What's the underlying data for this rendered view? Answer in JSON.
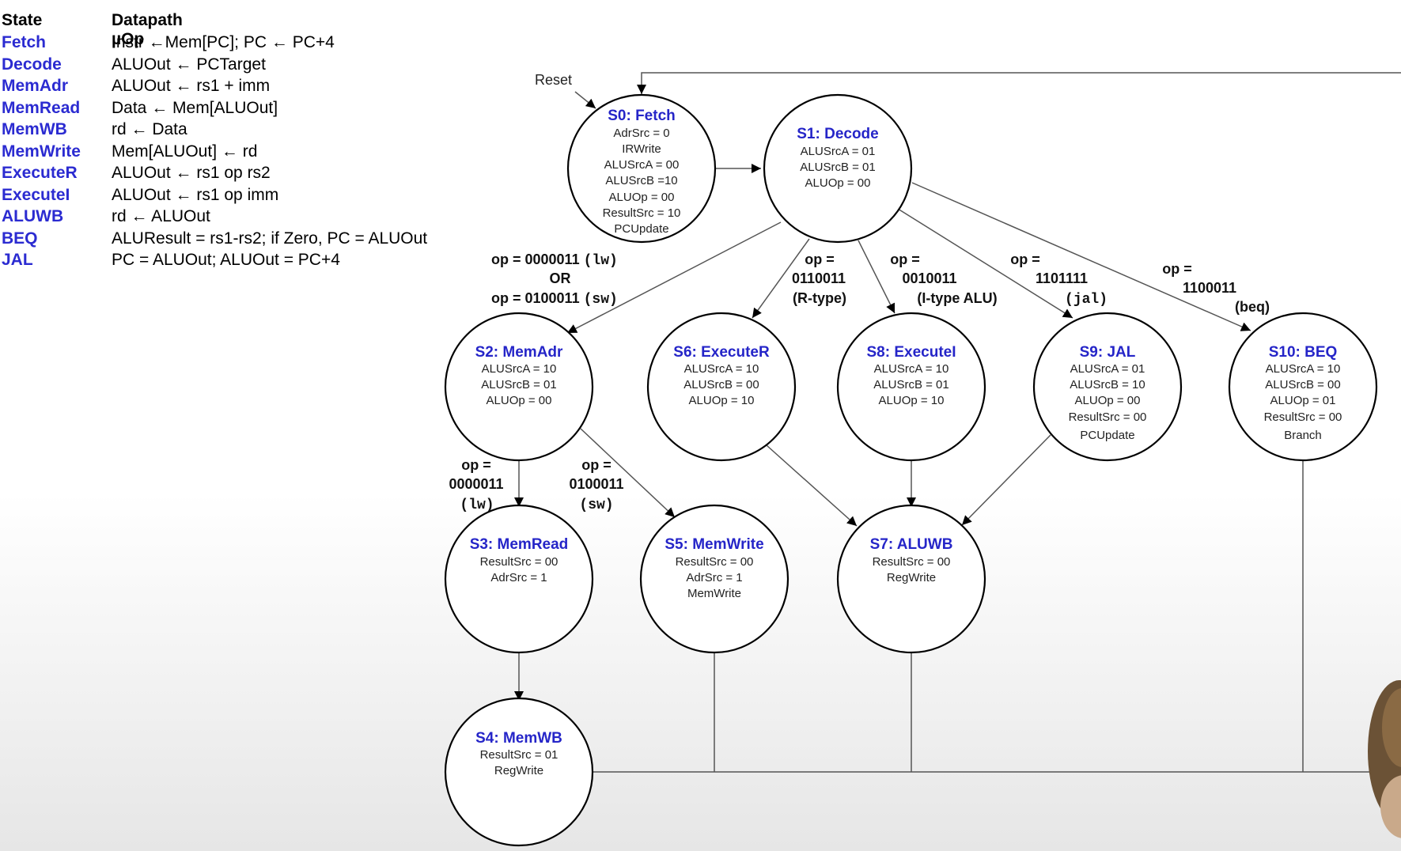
{
  "table": {
    "headers": {
      "state": "State",
      "uop": "Datapath µOp"
    },
    "rows": [
      {
        "state": "Fetch",
        "uop": "Instr ←Mem[PC]; PC ← PC+4"
      },
      {
        "state": "Decode",
        "uop": "ALUOut ← PCTarget"
      },
      {
        "state": "MemAdr",
        "uop": "ALUOut ← rs1 + imm"
      },
      {
        "state": "MemRead",
        "uop": "Data ← Mem[ALUOut]"
      },
      {
        "state": "MemWB",
        "uop": "rd ← Data"
      },
      {
        "state": "MemWrite",
        "uop": "Mem[ALUOut] ← rd"
      },
      {
        "state": "ExecuteR",
        "uop": "ALUOut ← rs1 op rs2"
      },
      {
        "state": "ExecuteI",
        "uop": "ALUOut ← rs1 op imm"
      },
      {
        "state": "ALUWB",
        "uop": "rd ← ALUOut"
      },
      {
        "state": "BEQ",
        "uop": "ALUResult = rs1-rs2; if Zero, PC = ALUOut"
      },
      {
        "state": "JAL",
        "uop": "PC = ALUOut; ALUOut = PC+4"
      }
    ]
  },
  "reset_label": "Reset",
  "states": {
    "s0": {
      "title": "S0: Fetch",
      "lines": [
        "AdrSrc = 0",
        "IRWrite",
        "ALUSrcA = 00",
        "ALUSrcB =10",
        "ALUOp = 00",
        "ResultSrc = 10",
        "PCUpdate"
      ]
    },
    "s1": {
      "title": "S1: Decode",
      "lines": [
        "ALUSrcA = 01",
        "ALUSrcB = 01",
        "ALUOp = 00"
      ]
    },
    "s2": {
      "title": "S2: MemAdr",
      "lines": [
        "ALUSrcA = 10",
        "ALUSrcB = 01",
        "ALUOp = 00"
      ]
    },
    "s6": {
      "title": "S6: ExecuteR",
      "lines": [
        "ALUSrcA = 10",
        "ALUSrcB = 00",
        "ALUOp = 10"
      ]
    },
    "s8": {
      "title": "S8: ExecuteI",
      "lines": [
        "ALUSrcA = 10",
        "ALUSrcB = 01",
        "ALUOp = 10"
      ]
    },
    "s9": {
      "title": "S9: JAL",
      "lines": [
        "ALUSrcA = 01",
        "ALUSrcB = 10",
        "ALUOp = 00",
        "ResultSrc = 00",
        "PCUpdate"
      ]
    },
    "s10": {
      "title": "S10: BEQ",
      "lines": [
        "ALUSrcA = 10",
        "ALUSrcB = 00",
        "ALUOp = 01",
        "ResultSrc = 00",
        "Branch"
      ]
    },
    "s3": {
      "title": "S3: MemRead",
      "lines": [
        "ResultSrc = 00",
        "AdrSrc = 1"
      ]
    },
    "s5": {
      "title": "S5: MemWrite",
      "lines": [
        "ResultSrc = 00",
        "AdrSrc = 1",
        "MemWrite"
      ]
    },
    "s7": {
      "title": "S7: ALUWB",
      "lines": [
        "ResultSrc = 00",
        "RegWrite"
      ]
    },
    "s4": {
      "title": "S4: MemWB",
      "lines": [
        "ResultSrc = 01",
        "RegWrite"
      ]
    }
  },
  "edges": {
    "memadr": {
      "l1": "op = 0000011",
      "l1m": "(lw)",
      "l2": "OR",
      "l3": "op = 0100011",
      "l3m": "(sw)"
    },
    "rtype": {
      "l1": "op =",
      "l2": "0110011",
      "l3": "(R-type)"
    },
    "itype": {
      "l1": "op =",
      "l2": "0010011",
      "l3": "(I-type ALU)"
    },
    "jal": {
      "l1": "op =",
      "l2": "1101111",
      "l3": "(jal)"
    },
    "beq": {
      "l1": "op =",
      "l2": "1100011",
      "l3": "(beq)"
    },
    "lw": {
      "l1": "op =",
      "l2": "0000011",
      "l3": "(lw)"
    },
    "sw": {
      "l1": "op =",
      "l2": "0100011",
      "l3": "(sw)"
    }
  },
  "colors": {
    "state_name": "#2b2bd1",
    "state_title": "#2525c8",
    "line": "#555555"
  }
}
